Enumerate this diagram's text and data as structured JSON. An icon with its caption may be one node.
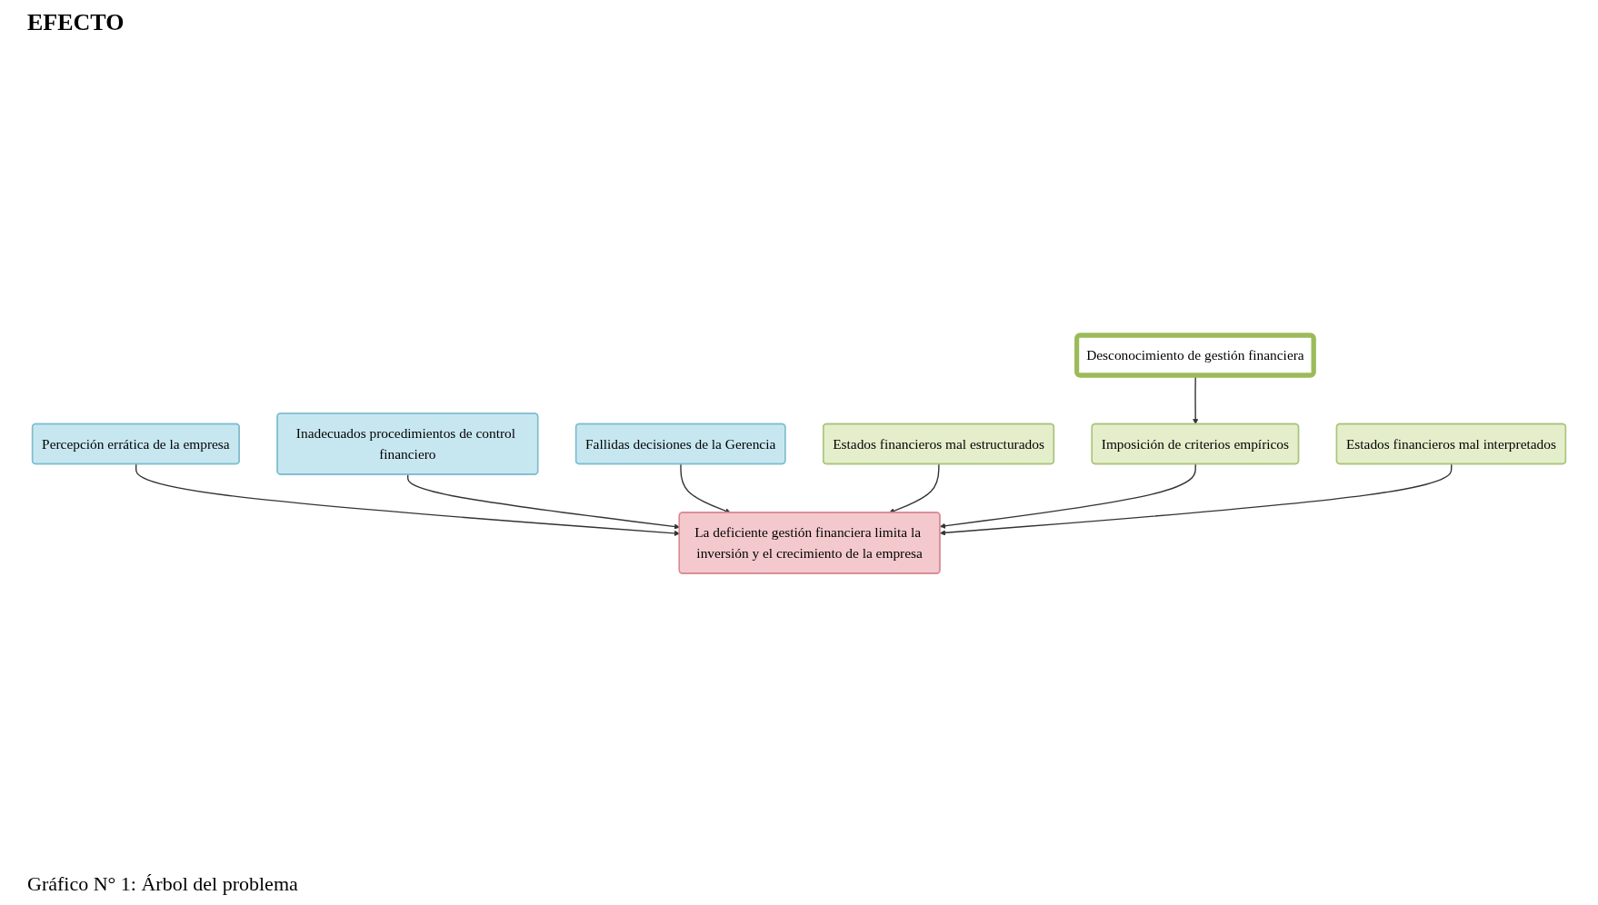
{
  "diagram": {
    "caption": "Gráfico N° 1: Árbol del problema",
    "nodes": [
      {
        "text": [
          "Percepción errática de la empresa"
        ]
      },
      {
        "text": [
          "Inadecuados procedimientos de control financiero"
        ]
      },
      {
        "text": [
          "Fallidas decisiones de la Gerencia"
        ]
      },
      {
        "text": [
          "La deficiente gestión financiera limita la inversión y el crecimiento de la empresa"
        ]
      },
      {
        "text": [
          "Estados financieros mal estructurados"
        ]
      },
      {
        "text": [
          "Imposición de criterios empíricos"
        ]
      },
      {
        "text": [
          "Estados financieros mal interpretados"
        ]
      },
      {
        "text": [
          "Desconocimiento de gestión financiera"
        ]
      }
    ],
    "edges": [
      {
        "from": 0,
        "to": 3,
        "arrow": "to"
      },
      {
        "from": 1,
        "to": 3,
        "arrow": "to"
      },
      {
        "from": 2,
        "to": 3,
        "arrow": "to"
      },
      {
        "from": 4,
        "to": 3,
        "arrow": "to"
      },
      {
        "from": 5,
        "to": 3,
        "arrow": "to"
      },
      {
        "from": 6,
        "to": 3,
        "arrow": "to"
      },
      {
        "from": 7,
        "to": 5,
        "arrow": "to"
      }
    ],
    "labels": [
      "EFECTO"
    ]
  }
}
